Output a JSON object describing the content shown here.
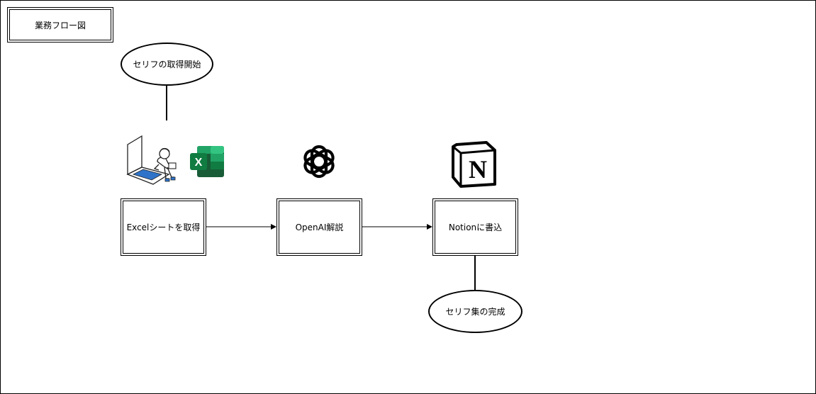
{
  "title": "業務フロー図",
  "start_label": "セリフの取得開始",
  "end_label": "セリフ集の完成",
  "steps": [
    {
      "label": "Excelシートを取得"
    },
    {
      "label": "OpenAI解説"
    },
    {
      "label": "Notionに書込"
    }
  ],
  "icons": {
    "person_laptop": "person-laptop-illustration",
    "excel": "excel-logo",
    "excel_letter": "X",
    "openai": "openai-logo",
    "notion": "notion-logo",
    "notion_letter": "N"
  },
  "colors": {
    "line": "#000000",
    "excel_dark": "#185c37",
    "excel_mid": "#21a366",
    "excel_light": "#33c481",
    "laptop_blue": "#2e73c9"
  }
}
